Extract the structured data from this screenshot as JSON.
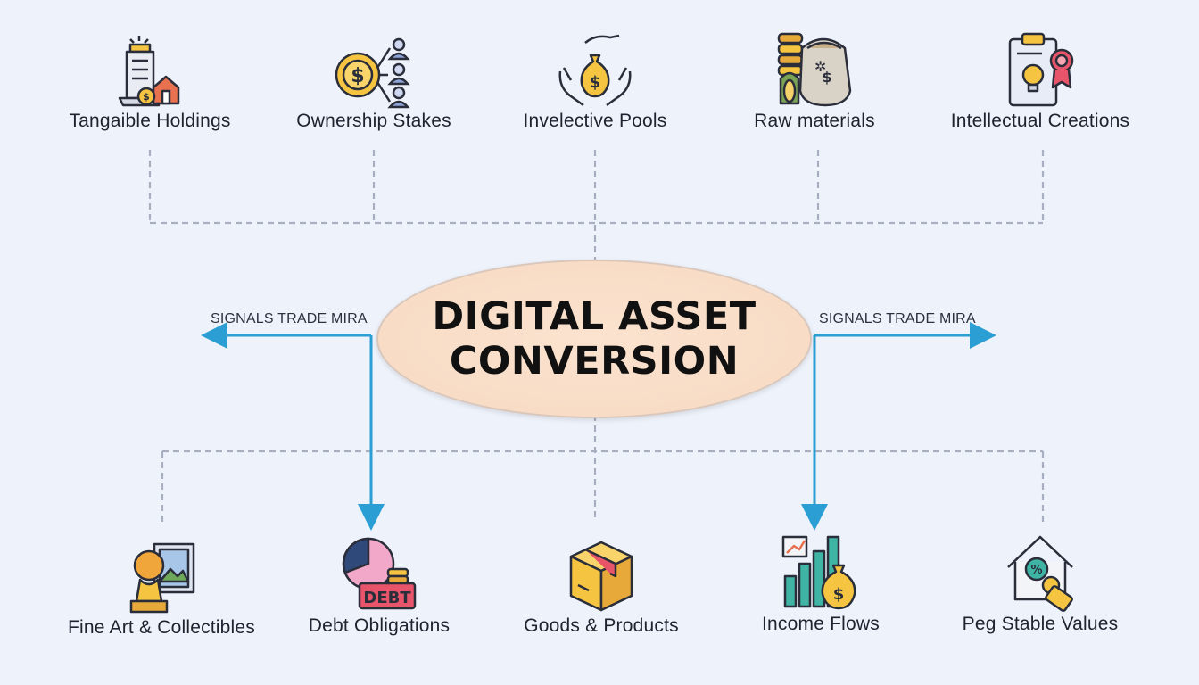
{
  "center": {
    "line1": "DIGITAL ASSET",
    "line2": "CONVERSION"
  },
  "top_nodes": [
    {
      "label": "Tangaible Holdings",
      "icon": "building-house-coin-icon"
    },
    {
      "label": "Ownership Stakes",
      "icon": "coin-shareholders-icon"
    },
    {
      "label": "Invelective Pools",
      "icon": "hands-money-bag-icon"
    },
    {
      "label": "Raw materials",
      "icon": "coins-grain-sack-icon"
    },
    {
      "label": "Intellectual Creations",
      "icon": "clipboard-lightbulb-award-icon"
    }
  ],
  "bottom_nodes": [
    {
      "label": "Fine Art & Collectibles",
      "icon": "bust-painting-icon"
    },
    {
      "label": "Debt Obligations",
      "icon": "pie-chart-debt-icon"
    },
    {
      "label": "Goods & Products",
      "icon": "cardboard-box-icon"
    },
    {
      "label": "Income Flows",
      "icon": "bar-chart-money-bag-icon"
    },
    {
      "label": "Peg Stable Values",
      "icon": "house-percent-lock-icon"
    }
  ],
  "flows": {
    "left_label": "SIGNALS TRADE MIRA",
    "right_label": "SIGNALS TRADE MIRA"
  },
  "colors": {
    "background": "#eef2fa",
    "connector": "#a9afc3",
    "arrow": "#2b9fd3",
    "center_fill": "#f8dcc6",
    "icon_outline": "#2a2d3a",
    "icon_yellow": "#f5c542"
  }
}
